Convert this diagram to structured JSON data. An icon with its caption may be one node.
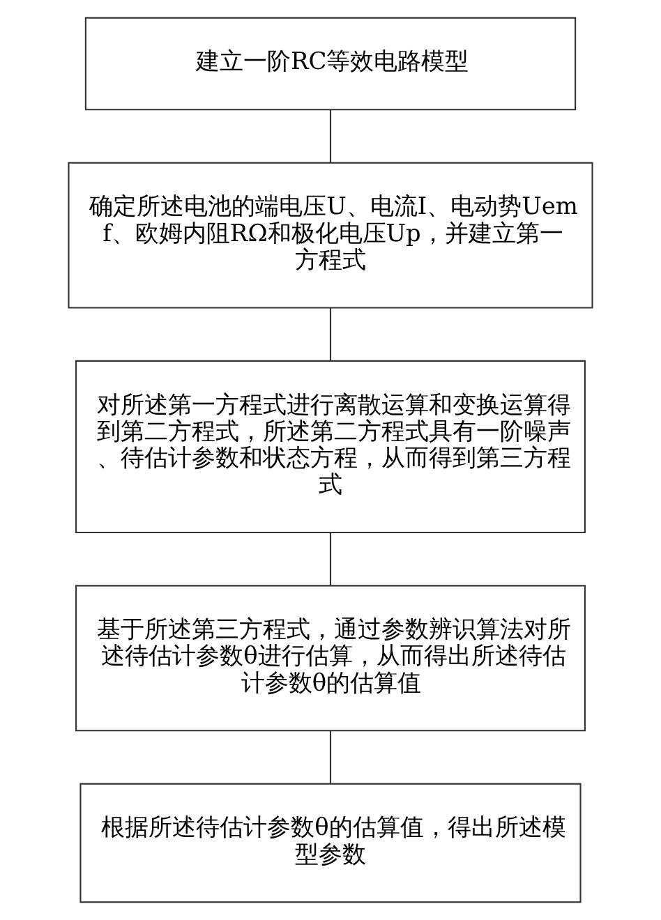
{
  "diagram": {
    "nodes": [
      {
        "text": [
          "建立一阶RC等效电路模型"
        ]
      },
      {
        "text": [
          "确定所述电池的端电压U、电流I、电动势Uemf、欧姆内阻RΩ和极化电压Up，并建立第一方程式"
        ]
      },
      {
        "text": [
          "对所述第一方程式进行离散运算和变换运算得到第二方程式，所述第二方程式具有一阶噪声、待估计参数和状态方程，从而得到第三方程式"
        ]
      },
      {
        "text": [
          "基于所述第三方程式，通过参数辨识算法对所述待估计参数θ进行估算，从而得出所述待估计参数θ的估算值"
        ]
      },
      {
        "text": [
          "根据所述待估计参数θ的估算值，得出所述模型参数"
        ]
      }
    ],
    "edges": [
      {
        "from": 0,
        "to": 1,
        "arrow": "none"
      },
      {
        "from": 1,
        "to": 2,
        "arrow": "none"
      },
      {
        "from": 2,
        "to": 3,
        "arrow": "none"
      },
      {
        "from": 3,
        "to": 4,
        "arrow": "none"
      }
    ]
  }
}
